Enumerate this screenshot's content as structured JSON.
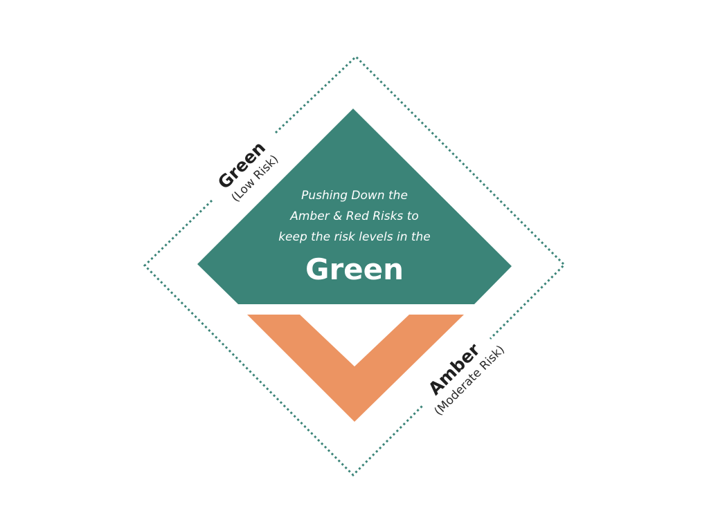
{
  "diagram": {
    "center_text": {
      "lines": [
        "Pushing Down the",
        "Amber & Red Risks to",
        "keep the risk levels in the"
      ],
      "highlight": "Green"
    },
    "labels": {
      "green": {
        "name": "Green",
        "sub": "(Low Risk)"
      },
      "amber": {
        "name": "Amber",
        "sub": "(Moderate Risk)"
      }
    }
  },
  "colors": {
    "green": "#3b8478",
    "amber": "#ec9462",
    "outline": "#3b8478",
    "label_text": "#1f1f1f"
  }
}
